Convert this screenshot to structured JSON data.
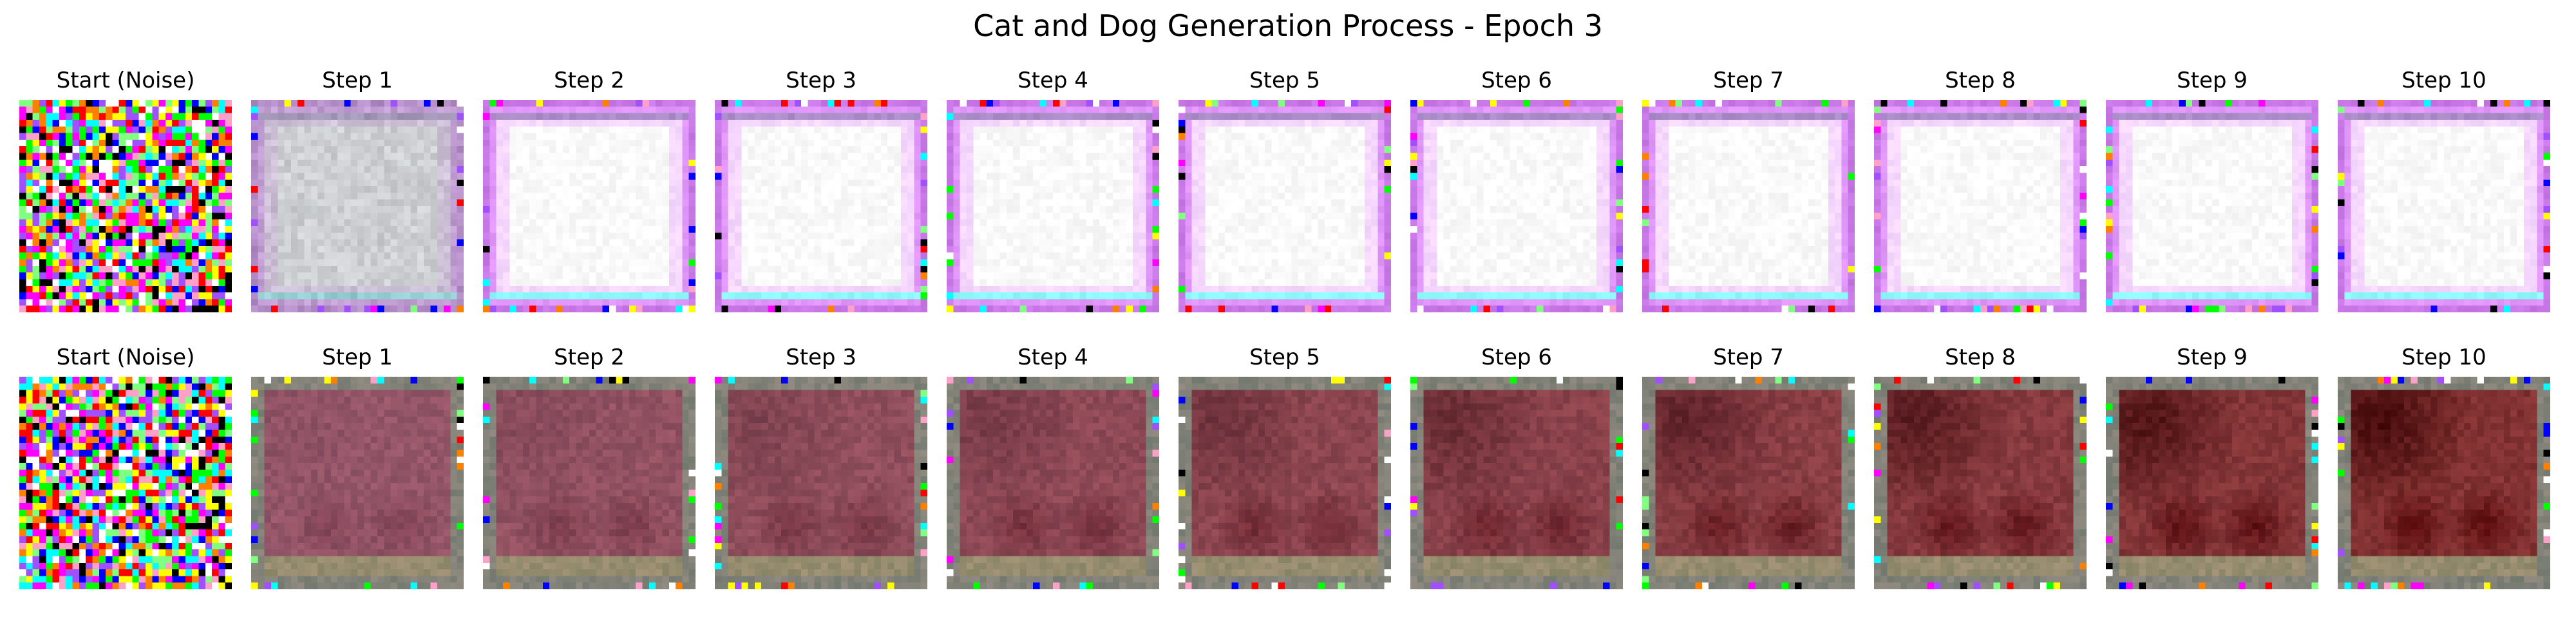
{
  "figure": {
    "title": "Cat and Dog Generation Process - Epoch 3"
  },
  "rows": [
    {
      "tone": "light",
      "cells": [
        {
          "title": "Start (Noise)",
          "kind": "noise"
        },
        {
          "title": "Step 1",
          "kind": "denoise",
          "step": 1
        },
        {
          "title": "Step 2",
          "kind": "denoise",
          "step": 2
        },
        {
          "title": "Step 3",
          "kind": "denoise",
          "step": 3
        },
        {
          "title": "Step 4",
          "kind": "denoise",
          "step": 4
        },
        {
          "title": "Step 5",
          "kind": "denoise",
          "step": 5
        },
        {
          "title": "Step 6",
          "kind": "denoise",
          "step": 6
        },
        {
          "title": "Step 7",
          "kind": "denoise",
          "step": 7
        },
        {
          "title": "Step 8",
          "kind": "denoise",
          "step": 8
        },
        {
          "title": "Step 9",
          "kind": "denoise",
          "step": 9
        },
        {
          "title": "Step 10",
          "kind": "denoise",
          "step": 10
        }
      ]
    },
    {
      "tone": "dark-red",
      "cells": [
        {
          "title": "Start (Noise)",
          "kind": "noise"
        },
        {
          "title": "Step 1",
          "kind": "denoise",
          "step": 1
        },
        {
          "title": "Step 2",
          "kind": "denoise",
          "step": 2
        },
        {
          "title": "Step 3",
          "kind": "denoise",
          "step": 3
        },
        {
          "title": "Step 4",
          "kind": "denoise",
          "step": 4
        },
        {
          "title": "Step 5",
          "kind": "denoise",
          "step": 5
        },
        {
          "title": "Step 6",
          "kind": "denoise",
          "step": 6
        },
        {
          "title": "Step 7",
          "kind": "denoise",
          "step": 7
        },
        {
          "title": "Step 8",
          "kind": "denoise",
          "step": 8
        },
        {
          "title": "Step 9",
          "kind": "denoise",
          "step": 9
        },
        {
          "title": "Step 10",
          "kind": "denoise",
          "step": 10
        }
      ]
    }
  ],
  "colors": {
    "background": "#ffffff",
    "text": "#000000"
  }
}
